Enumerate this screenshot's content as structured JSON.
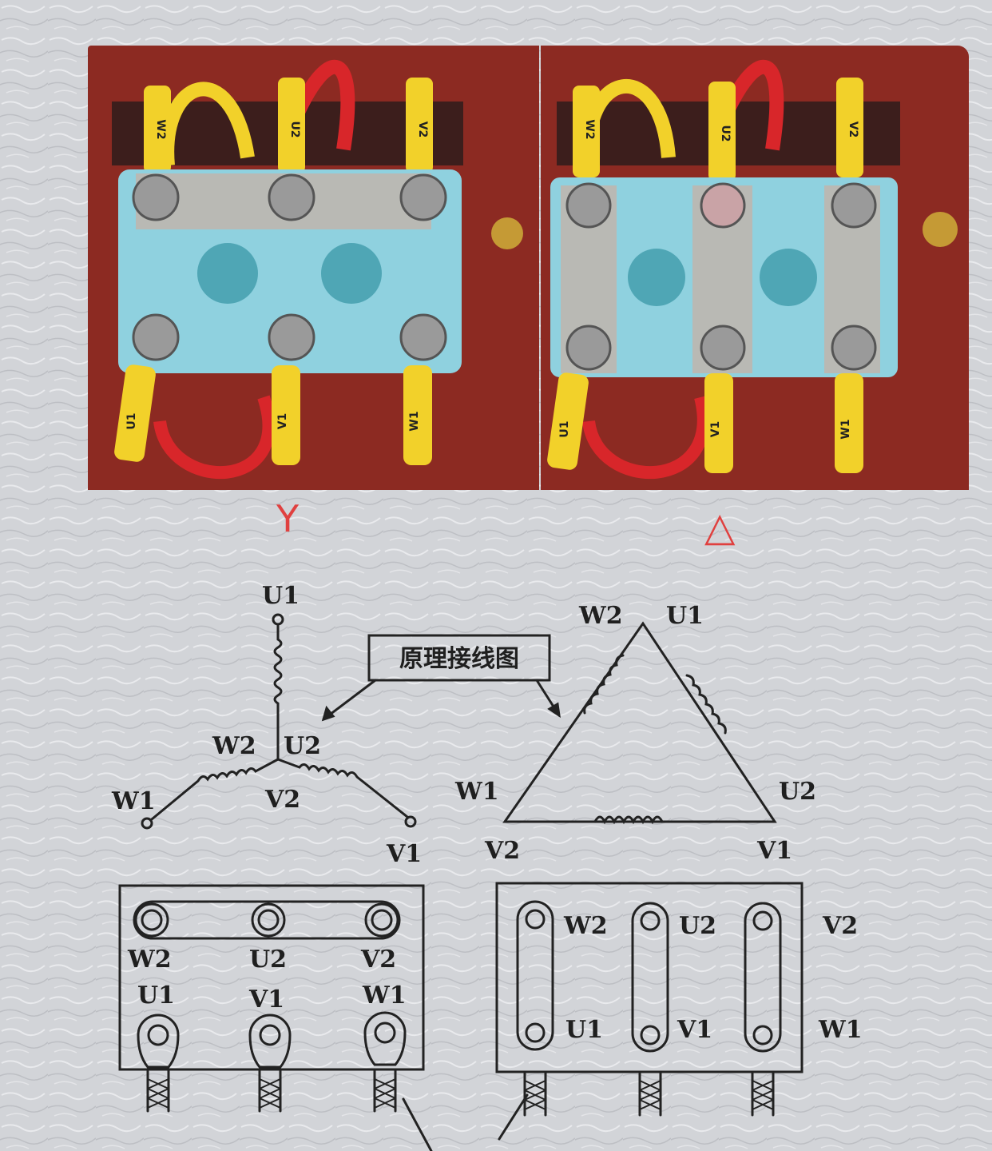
{
  "photo_y": {
    "top_labels": [
      "W2",
      "U2",
      "V2"
    ],
    "bottom_labels": [
      "U1",
      "V1",
      "W1"
    ]
  },
  "photo_delta": {
    "top_labels": [
      "W2",
      "U2",
      "V2"
    ],
    "bottom_labels": [
      "U1",
      "V1",
      "W1"
    ]
  },
  "connection_labels": {
    "y": "Y",
    "delta": "△"
  },
  "callout": "原理接线图",
  "star_diagram": {
    "u1": "U1",
    "w2": "W2",
    "u2": "U2",
    "w1": "W1",
    "v2": "V2",
    "v1": "V1"
  },
  "delta_diagram": {
    "w2": "W2",
    "u1": "U1",
    "w1": "W1",
    "u2": "U2",
    "v2": "V2",
    "v1": "V1"
  },
  "star_block": {
    "top_labels": [
      "W2",
      "U2",
      "V2"
    ],
    "bottom_labels": [
      "U1",
      "V1",
      "W1"
    ]
  },
  "delta_block": {
    "top_labels": [
      "W2",
      "U2",
      "V2"
    ],
    "mid_labels": [
      "U1",
      "V1"
    ],
    "right_labels": [
      "V2",
      "W1"
    ]
  },
  "colors": {
    "wire_yellow": "#f2d12a",
    "wire_red": "#d8262a",
    "terminal_board": "#8fd1df",
    "box_red": "#8c2a22",
    "marker_red": "#e0403f"
  }
}
